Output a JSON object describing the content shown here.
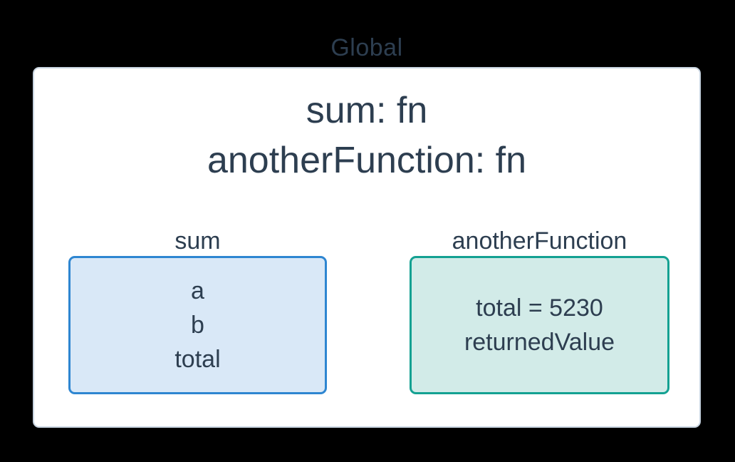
{
  "global_scope": {
    "label": "Global",
    "entries": [
      "sum: fn",
      "anotherFunction: fn"
    ]
  },
  "function_scopes": [
    {
      "name": "sum",
      "entries": [
        "a",
        "b",
        "total"
      ],
      "border_color": "#2e86d1",
      "fill_color": "#d9e8f7"
    },
    {
      "name": "anotherFunction",
      "entries": [
        "total = 5230",
        "returnedValue"
      ],
      "border_color": "#14a192",
      "fill_color": "#d2ebe8"
    }
  ],
  "colors": {
    "background": "#000000",
    "text": "#2d3e50",
    "global_box_fill": "#ffffff",
    "global_box_border": "#c8d4e0"
  }
}
